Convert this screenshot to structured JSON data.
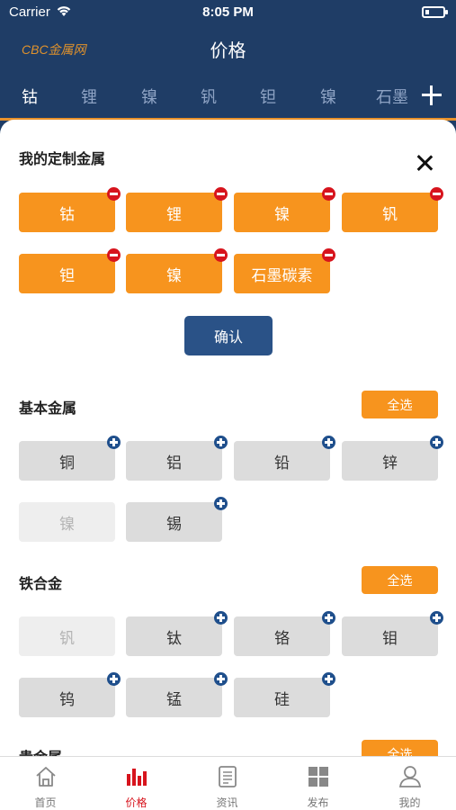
{
  "status_bar": {
    "carrier": "Carrier",
    "time": "8:05 PM"
  },
  "nav": {
    "brand": "CBC金属网",
    "title": "价格"
  },
  "metal_tabs": [
    {
      "label": "钴",
      "active": true
    },
    {
      "label": "锂",
      "active": false
    },
    {
      "label": "镍",
      "active": false
    },
    {
      "label": "钒",
      "active": false
    },
    {
      "label": "钽",
      "active": false
    },
    {
      "label": "镍",
      "active": false
    },
    {
      "label": "石墨",
      "active": false
    }
  ],
  "custom": {
    "title": "我的定制金属",
    "items": [
      "钴",
      "锂",
      "镍",
      "钒",
      "钽",
      "镍",
      "石墨碳素"
    ],
    "confirm_label": "确认"
  },
  "sections": [
    {
      "title": "基本金属",
      "select_all": "全选",
      "items": [
        {
          "label": "铜",
          "state": "available"
        },
        {
          "label": "铝",
          "state": "available"
        },
        {
          "label": "铅",
          "state": "available"
        },
        {
          "label": "锌",
          "state": "available"
        },
        {
          "label": "镍",
          "state": "selected"
        },
        {
          "label": "锡",
          "state": "available"
        }
      ]
    },
    {
      "title": "铁合金",
      "select_all": "全选",
      "items": [
        {
          "label": "钒",
          "state": "selected"
        },
        {
          "label": "钛",
          "state": "available"
        },
        {
          "label": "铬",
          "state": "available"
        },
        {
          "label": "钼",
          "state": "available"
        },
        {
          "label": "钨",
          "state": "available"
        },
        {
          "label": "锰",
          "state": "available"
        },
        {
          "label": "硅",
          "state": "available"
        }
      ]
    },
    {
      "title": "贵金属",
      "select_all": "全选",
      "items": []
    }
  ],
  "tabbar": [
    {
      "label": "首页",
      "icon": "home-icon",
      "active": false
    },
    {
      "label": "价格",
      "icon": "bar-chart-icon",
      "active": true
    },
    {
      "label": "资讯",
      "icon": "news-icon",
      "active": false
    },
    {
      "label": "发布",
      "icon": "grid-icon",
      "active": false
    },
    {
      "label": "我的",
      "icon": "user-icon",
      "active": false
    }
  ],
  "colors": {
    "nav_bg": "#1f3d66",
    "accent": "#f7941e",
    "remove": "#d7141d",
    "add": "#1f4f8c",
    "active_tab": "#d7141d"
  }
}
